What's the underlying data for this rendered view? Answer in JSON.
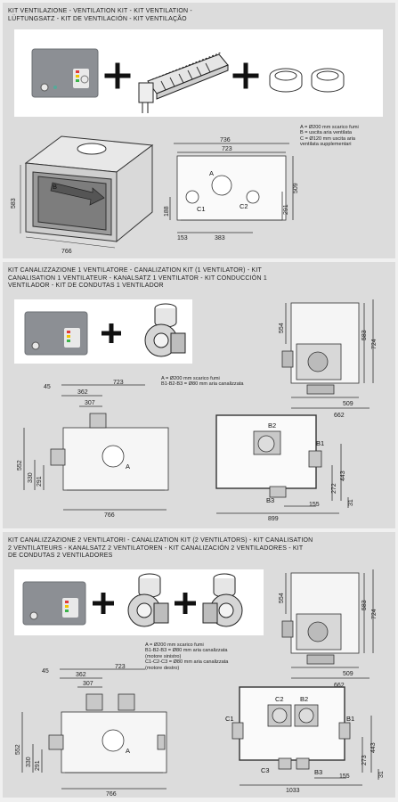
{
  "sections": [
    {
      "title": "KIT VENTILAZIONE - VENTILATION KIT - KIT VENTILATION -\nLÜFTUNGSATZ - KIT DE VENTILACIÓN - KIT VENTILAÇÃO",
      "legend": "A = Ø200 mm scarico fumi\nB = uscita aria ventilata\nC = Ø120 mm uscita aria\n      ventilata supplementari",
      "labels": {
        "A": "A",
        "B": "B",
        "C1": "C1",
        "C2": "C2"
      },
      "dims": {
        "w1": "736",
        "w2": "723",
        "h1": "509",
        "h2": "291",
        "d1": "188",
        "b1": "153",
        "b2": "383",
        "side_h": "583",
        "side_w": "766"
      }
    },
    {
      "title": "KIT CANALIZZAZIONE 1 VENTILATORE - CANALIZATION KIT (1 VENTILATOR) - KIT\nCANALISATION 1 VENTILATEUR - KANALSATZ 1 VENTILATOR - KIT CONDUCCIÓN 1\nVENTILADOR - KIT DE CONDUTAS 1 VENTILADOR",
      "legend": "A = Ø200 mm scarico fumi\nB1-B2-B3 = Ø80 mm aria canalizzata",
      "labels": {
        "A": "A",
        "B1": "B1",
        "B2": "B2",
        "B3": "B3"
      },
      "dims": {
        "side_554": "554",
        "side_583": "583",
        "side_724": "724",
        "side_509": "509",
        "side_662": "662",
        "f_45": "45",
        "f_723": "723",
        "f_362": "362",
        "f_307": "307",
        "f_552": "552",
        "f_330": "330",
        "f_291": "291",
        "f_766": "766",
        "r_443": "443",
        "r_272": "272",
        "r_31": "31",
        "r_155": "155",
        "r_899": "899"
      }
    },
    {
      "title": "KIT CANALIZZAZIONE 2 VENTILATORI - CANALIZATION KIT (2 VENTILATORS) - KIT CANALISATION\n2 VENTILATEURS - KANALSATZ 2 VENTILATOREN - KIT CANALIZACIÓN 2 VENTILADORES - KIT\nDE CONDUTAS 2 VENTILADORES",
      "legend": "A = Ø200 mm scarico fumi\nB1-B2-B3 = Ø80 mm aria canalizzata\n              (motore sinistro)\nC1-C2-C3 = Ø80 mm aria canalizzata\n              (motore destro)",
      "labels": {
        "A": "A",
        "B1": "B1",
        "B2": "B2",
        "B3": "B3",
        "C1": "C1",
        "C2": "C2",
        "C3": "C3"
      },
      "dims": {
        "side_554": "554",
        "side_583": "583",
        "side_724": "724",
        "side_509": "509",
        "side_662": "662",
        "f_45": "45",
        "f_723": "723",
        "f_362": "362",
        "f_307": "307",
        "f_552": "552",
        "f_330": "330",
        "f_291": "291",
        "f_766": "766",
        "r_443": "443",
        "r_273": "273",
        "r_31": "31",
        "r_155": "155",
        "r_1033": "1033"
      }
    }
  ]
}
